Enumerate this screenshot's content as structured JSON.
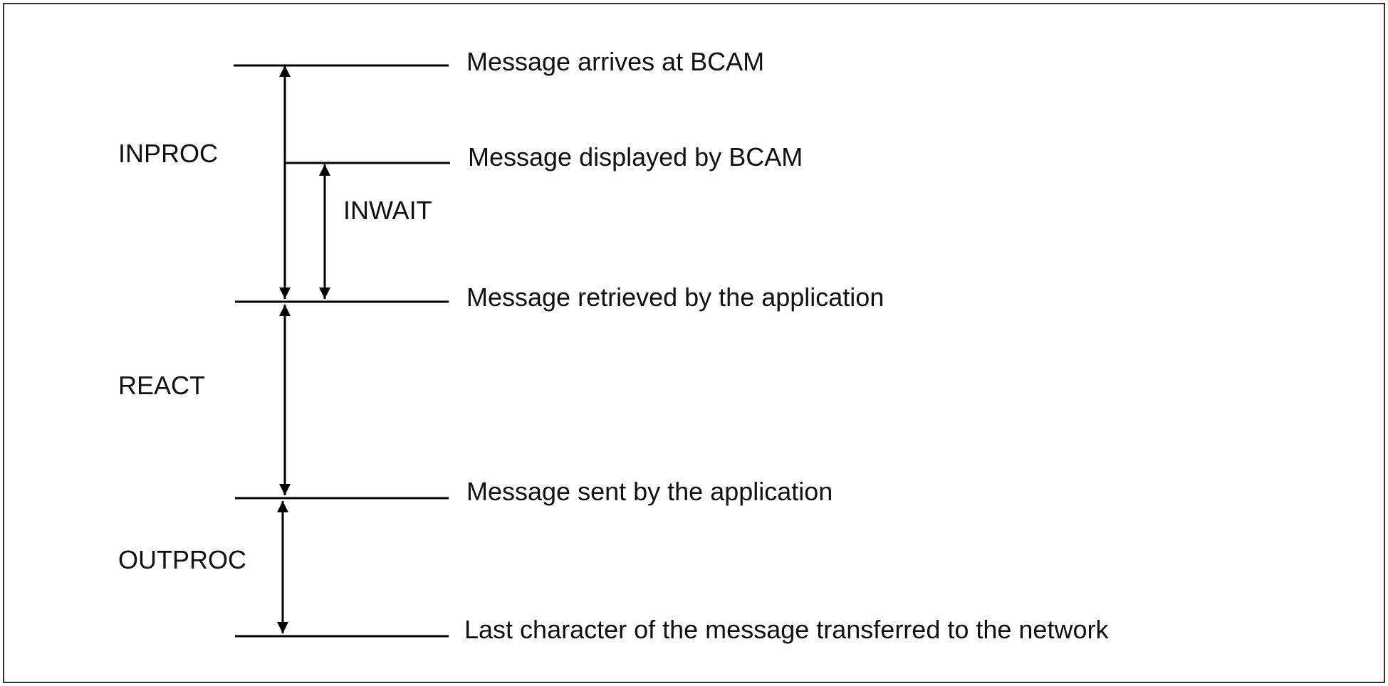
{
  "diagram": {
    "events": {
      "arrives": "Message arrives at BCAM",
      "displayed": "Message displayed by BCAM",
      "retrieved": "Message retrieved by the application",
      "sent": "Message sent by the application",
      "transferred": "Last character of the message transferred to the network"
    },
    "intervals": {
      "inproc": "INPROC",
      "inwait": "INWAIT",
      "react": "REACT",
      "outproc": "OUTPROC"
    },
    "colors": {
      "line": "#000000",
      "text": "#111111",
      "frame": "#333333",
      "background": "#ffffff"
    }
  }
}
